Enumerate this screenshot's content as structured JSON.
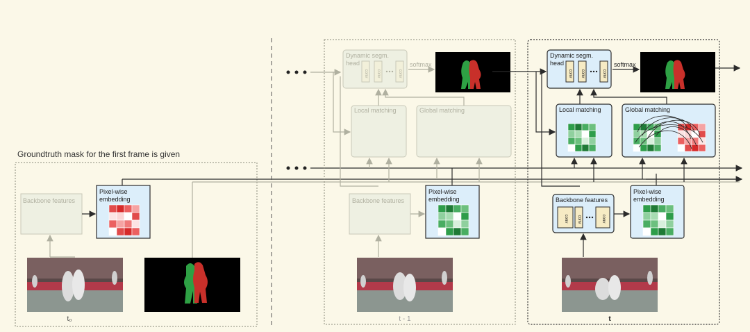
{
  "left_panel": {
    "title": "Groundtruth mask for the first frame is given",
    "backbone_label": "Backbone features",
    "embedding_label_1": "Pixel-wise",
    "embedding_label_2": "embedding",
    "time_label": "t₀"
  },
  "mid_panel": {
    "head_label_1": "Dynamic segm.",
    "head_label_2": "head",
    "conv_label": "conv",
    "softmax_label": "softmax",
    "local_label": "Local matching",
    "global_label": "Global matching",
    "backbone_label": "Backbone features",
    "embedding_label_1": "Pixel-wise",
    "embedding_label_2": "embedding",
    "time_label": "t - 1"
  },
  "right_panel": {
    "head_label_1": "Dynamic segm.",
    "head_label_2": "head",
    "conv_label": "conv",
    "softmax_label": "softmax",
    "local_label": "Local matching",
    "global_label": "Global matching",
    "backbone_label": "Backbone features",
    "embedding_label_1": "Pixel-wise",
    "embedding_label_2": "embedding",
    "time_label": "t"
  },
  "colors": {
    "accent_box": "#dceefa",
    "faded": "#b8b8a0",
    "green": "#2e9d4a",
    "red": "#d43a3a"
  }
}
